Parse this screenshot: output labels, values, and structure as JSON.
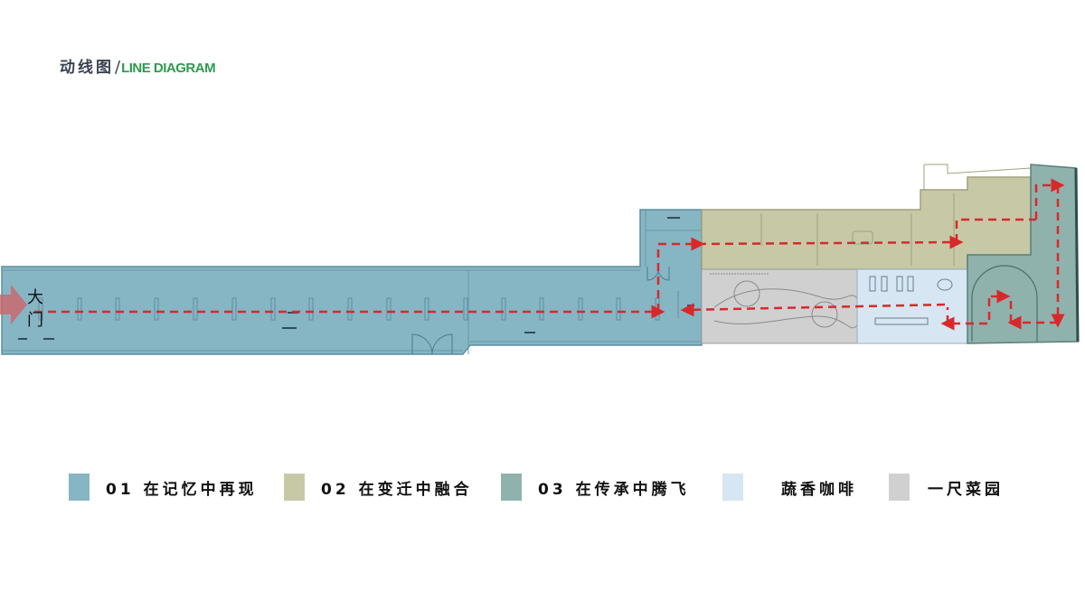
{
  "header": {
    "title_cn": "动线图",
    "separator": "/",
    "title_en": "LINE DIAGRAM"
  },
  "colors": {
    "zone_01": "#86b5c4",
    "zone_02": "#c7c9a6",
    "zone_03": "#8fb2ac",
    "zone_cafe": "#d6e6f2",
    "zone_garden": "#d0d0d0",
    "route": "#d9282b",
    "entrance_arrow": "#c96a6e",
    "title_accent": "#2e9a4e"
  },
  "plan": {
    "entrance_label": "大门",
    "entrance_chars": [
      "大",
      "门"
    ],
    "route_style": "dashed-red-arrows"
  },
  "legend": {
    "items": [
      {
        "label": "01 在记忆中再现",
        "color": "#86b5c4"
      },
      {
        "label": "02 在变迁中融合",
        "color": "#c7c9a6"
      },
      {
        "label": "03 在传承中腾飞",
        "color": "#8fb2ac"
      },
      {
        "label": "蔬香咖啡",
        "color": "#d6e6f2"
      },
      {
        "label": "一尺菜园",
        "color": "#d0d0d0"
      }
    ]
  }
}
